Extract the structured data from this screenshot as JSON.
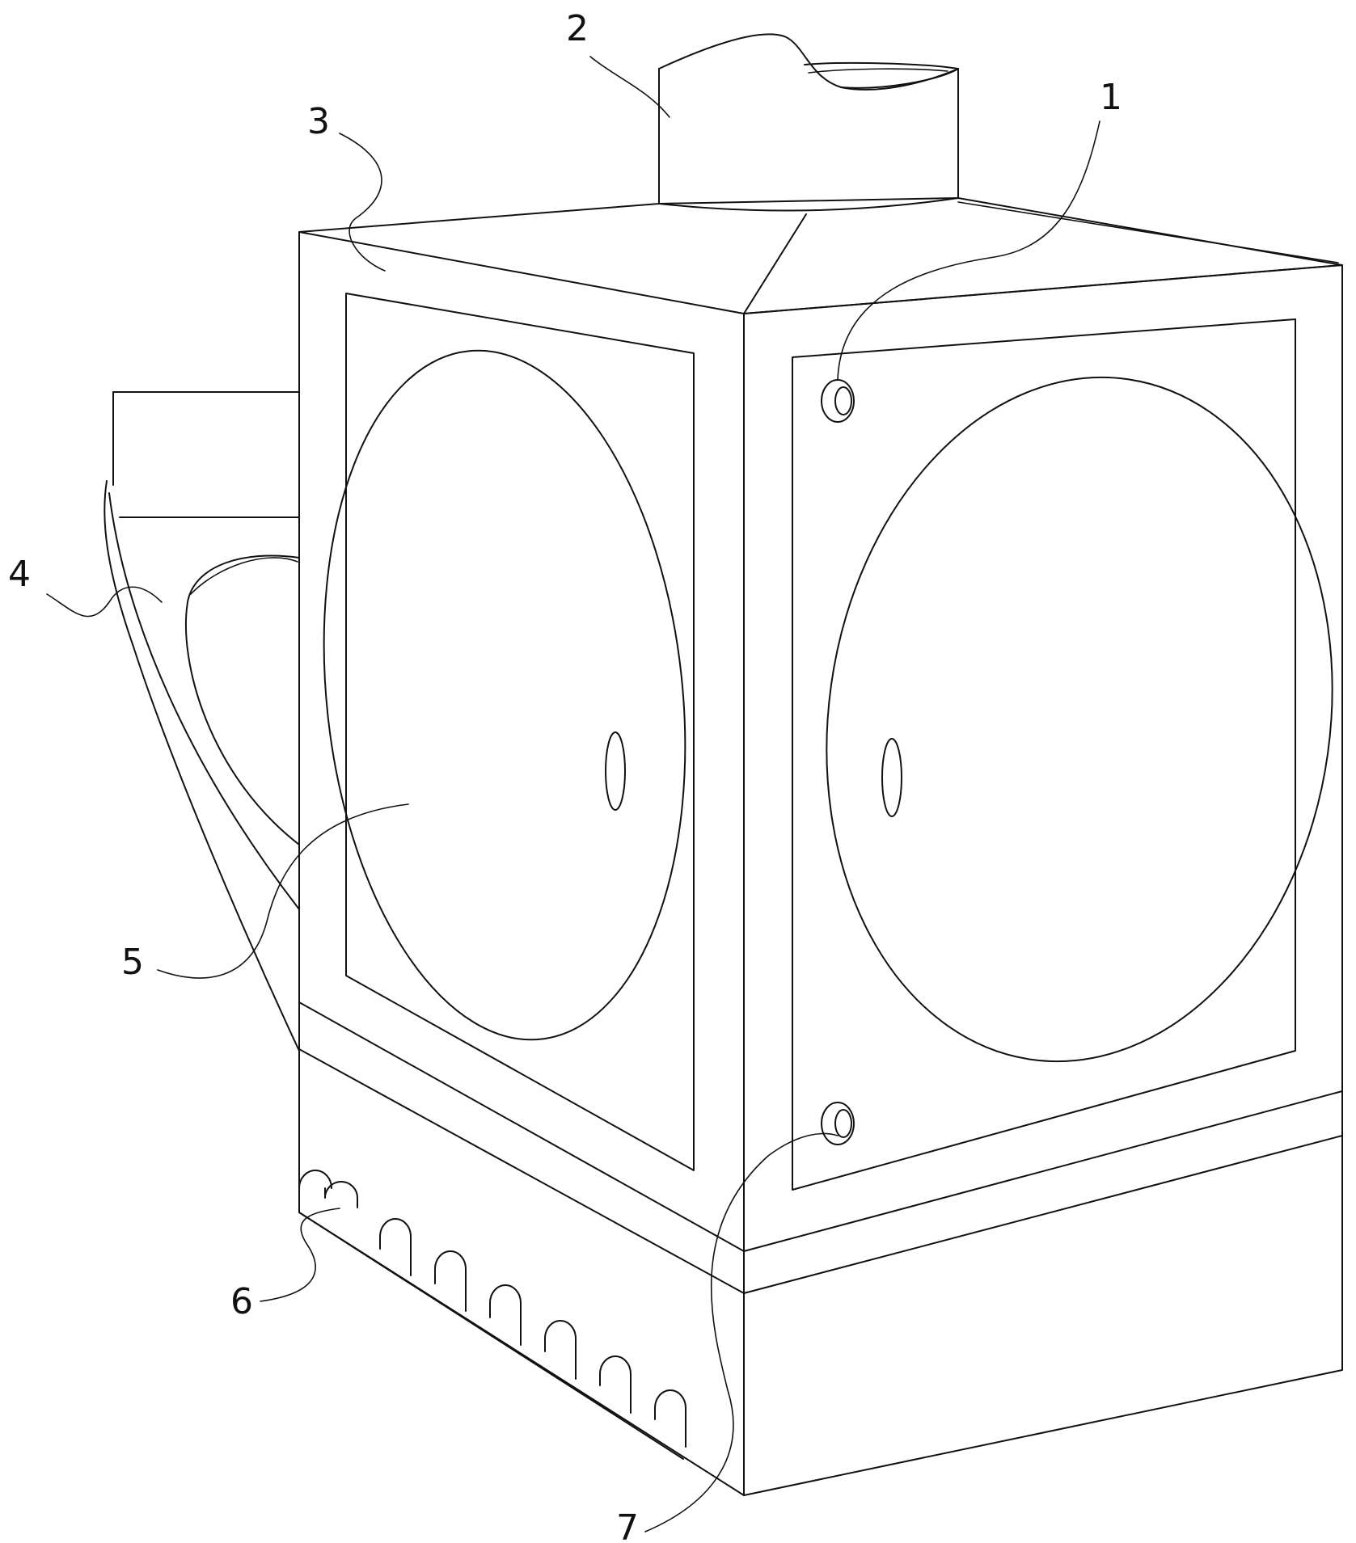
{
  "figure": {
    "labels": {
      "n1": "1",
      "n2": "2",
      "n3": "3",
      "n4": "4",
      "n5": "5",
      "n6": "6",
      "n7": "7"
    },
    "line_color": "#111111",
    "background_color": "#ffffff"
  }
}
